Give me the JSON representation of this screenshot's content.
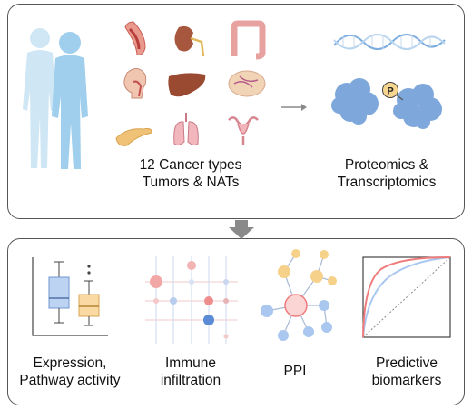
{
  "top": {
    "left_label": [
      "12 Cancer types",
      "Tumors & NATs"
    ],
    "right_label": [
      "Proteomics &",
      "Transcriptomics"
    ],
    "phospho_symbol": "P",
    "organ_icons": [
      "esophagus-icon",
      "kidney-icon",
      "colon-icon",
      "head-neck-icon",
      "liver-icon",
      "breast-icon",
      "pancreas-icon",
      "lung-icon",
      "uterus-icon"
    ]
  },
  "bottom": {
    "panels": [
      {
        "label": [
          "Expression,",
          "Pathway activity"
        ],
        "icon": "boxplot-icon"
      },
      {
        "label": [
          "Immune",
          "infiltration"
        ],
        "icon": "dotplot-icon"
      },
      {
        "label": [
          "PPI"
        ],
        "icon": "network-icon"
      },
      {
        "label": [
          "Predictive",
          "biomarkers"
        ],
        "icon": "roc-curve-icon"
      }
    ]
  },
  "colors": {
    "border": "#555555",
    "human": "#a9d3ee",
    "protein": "#7ea7dc",
    "red": "#ef7b7b",
    "blue": "#7aa7e0",
    "orange": "#f6c77a",
    "arrow": "#8a8a8a"
  }
}
